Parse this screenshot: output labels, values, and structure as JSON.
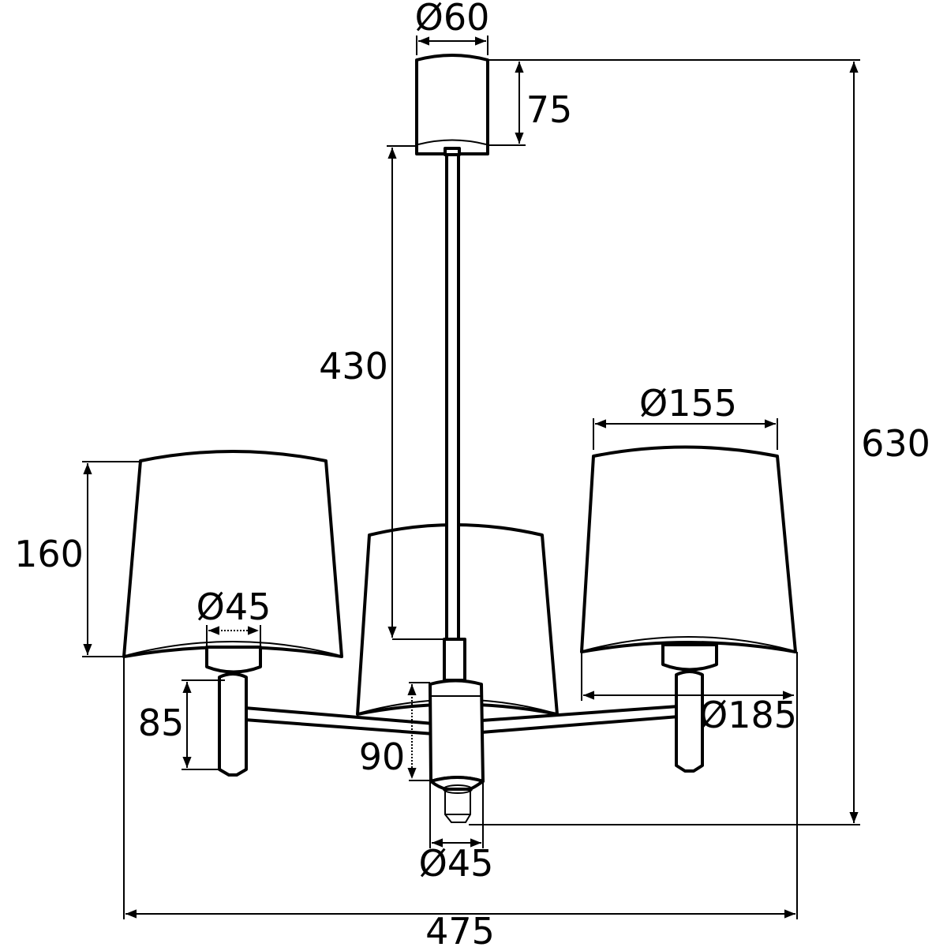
{
  "title": "Chandelier dimension drawing",
  "dimensions": {
    "canopy_diameter": "Ø60",
    "canopy_height": "75",
    "total_height": "630",
    "rod_length": "430",
    "shade_top_diameter": "Ø155",
    "shade_height": "160",
    "socket_diameter": "Ø45",
    "holder_height": "85",
    "body_height": "90",
    "shade_bottom_diameter": "Ø185",
    "body_diameter": "Ø45",
    "total_width": "475"
  },
  "colors": {
    "line": "#000000",
    "background": "#ffffff"
  }
}
